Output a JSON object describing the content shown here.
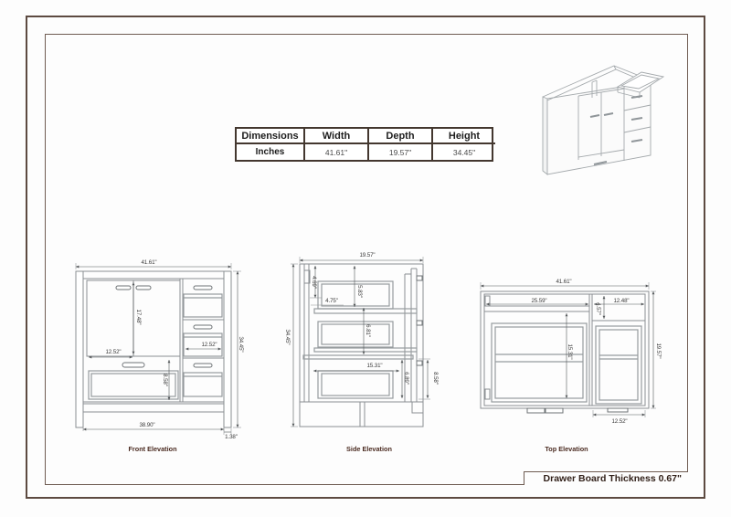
{
  "table": {
    "headers": [
      "Dimensions",
      "Width",
      "Depth",
      "Height"
    ],
    "row_label": "Inches",
    "width_value": "41.61\"",
    "depth_value": "19.57\"",
    "height_value": "34.45\""
  },
  "front": {
    "label": "Front Elevation",
    "width": "41.61\"",
    "height": "34.45\"",
    "door_height": "17.48\"",
    "door_width": "12.52\"",
    "drawer_width": "12.52\"",
    "drawer_height": "8.58\"",
    "base_width": "38.90\"",
    "leg_width": "1.38\""
  },
  "side": {
    "label": "Side Elevation",
    "depth": "19.57\"",
    "height": "34.45\"",
    "back_gap": "4.69\"",
    "top_drawer_depth": "5.83\"",
    "front_gap": "4.75\"",
    "mid_drawer_height": "6.81\"",
    "drawer_depth": "15.31\"",
    "inner_height": "6.89\"",
    "drawer_front_height": "8.58\""
  },
  "top": {
    "label": "Top Elevation",
    "width": "41.61\"",
    "left_section_width": "25.59\"",
    "right_section_width": "12.48\"",
    "right_section_depth": "4.57\"",
    "drawer_depth": "15.31\"",
    "depth": "19.57\"",
    "right_drawer_width": "12.52\""
  },
  "footer": {
    "note": "Drawer Board Thickness 0.67\""
  }
}
